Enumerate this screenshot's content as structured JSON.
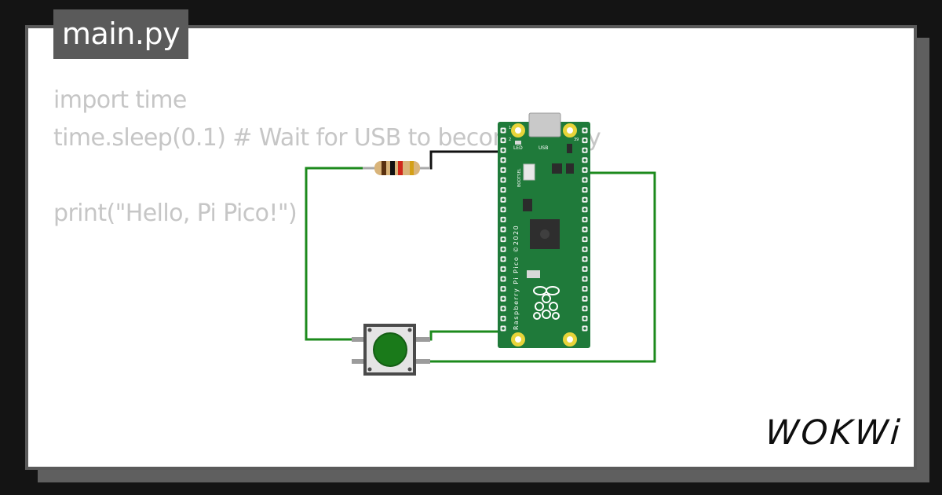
{
  "file_tab": {
    "label": "main.py"
  },
  "code": {
    "lines": [
      "import time",
      "time.sleep(0.1) # Wait for USB to become ready",
      "",
      "print(\"Hello, Pi Pico!\")"
    ]
  },
  "board": {
    "name": "Raspberry Pi Pico ©2020",
    "usb_label": "USB",
    "led_label": "LED",
    "bootsel_label": "BOOTSEL",
    "pin_labels": {
      "top_left_1": "1",
      "top_left_2": "2",
      "top_right": "39"
    },
    "pcb_color": "#1f7a3a"
  },
  "components": {
    "resistor": {
      "bands": [
        "#5a3110",
        "#111111",
        "#d0281c",
        "#d4a017"
      ]
    },
    "pushbutton": {
      "cap_color": "#1a7a1a"
    }
  },
  "wire_color": "#1c8a1c",
  "logo": {
    "text": "WOKWi"
  }
}
